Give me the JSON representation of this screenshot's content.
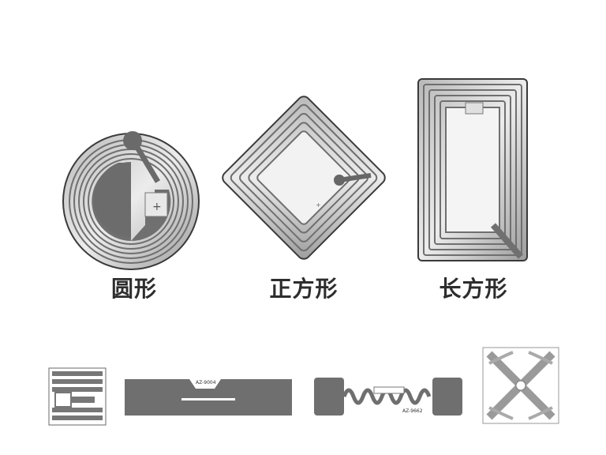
{
  "labels": {
    "round": "圆形",
    "square": "正方形",
    "rectangle": "长方形"
  },
  "colors": {
    "metal_dark": "#6f6f6f",
    "metal_mid": "#9a9a9a",
    "metal_light": "#d9d9d9",
    "outline": "#3a3a3a",
    "text": "#2d2d2d"
  }
}
